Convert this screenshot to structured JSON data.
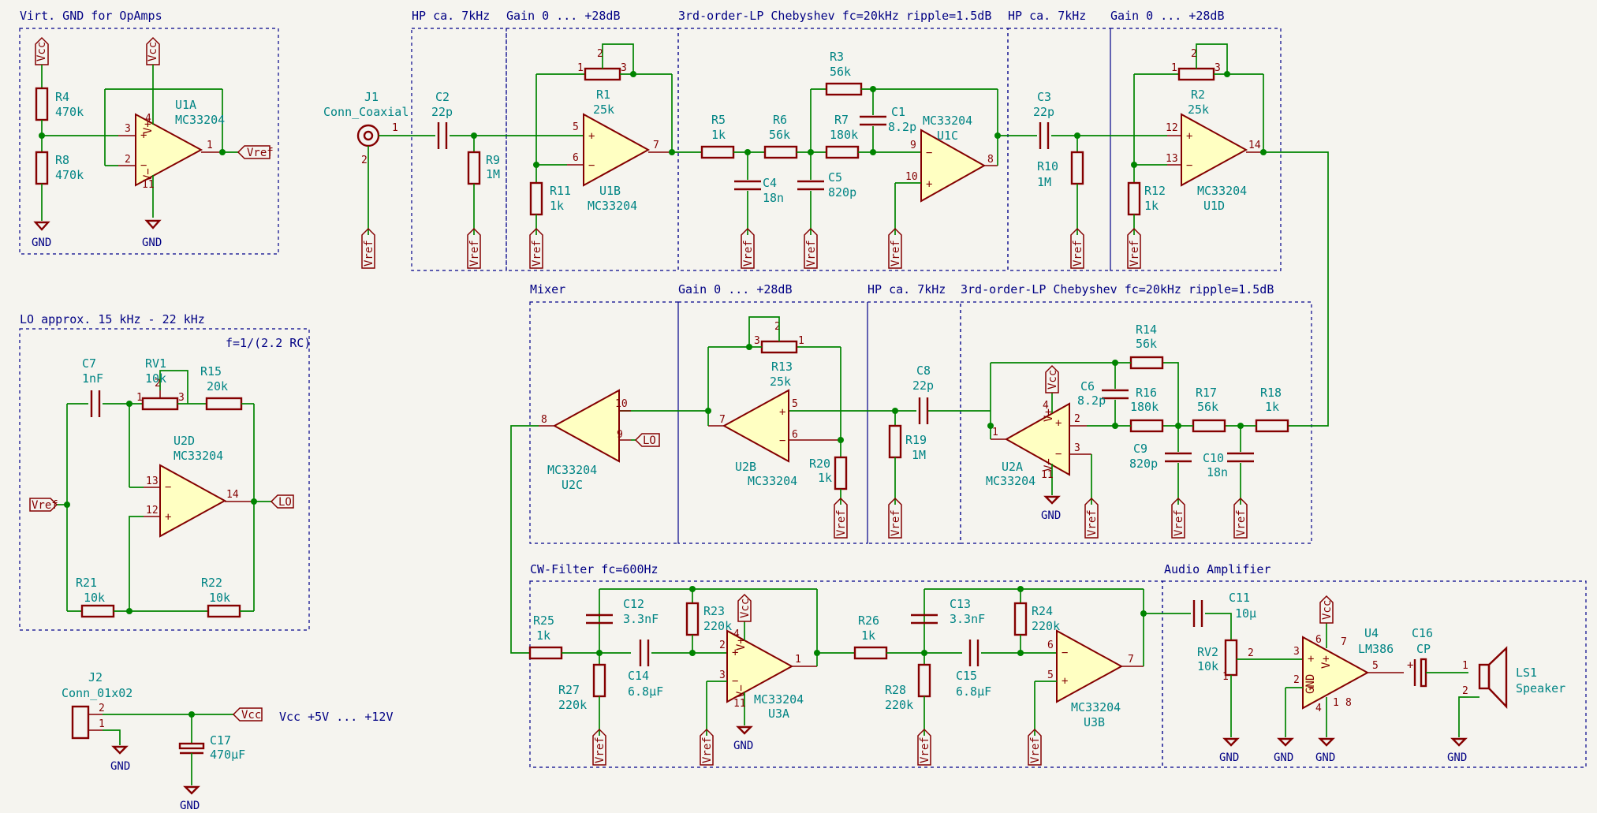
{
  "blocks": {
    "virt_gnd": "Virt. GND for OpAmps",
    "lo": "LO approx. 15 kHz - 22 kHz",
    "lo_formula": "f=1/(2.2 RC)",
    "hp1": "HP ca. 7kHz",
    "gain1": "Gain 0 ... +28dB",
    "lp1": "3rd-order-LP Chebyshev fc=20kHz ripple=1.5dB",
    "hp2": "HP ca. 7kHz",
    "gain2": "Gain 0 ... +28dB",
    "mixer": "Mixer",
    "gain3": "Gain 0 ... +28dB",
    "hp3": "HP ca. 7kHz",
    "lp2": "3rd-order-LP Chebyshev fc=20kHz ripple=1.5dB",
    "cw": "CW-Filter fc=600Hz",
    "audio": "Audio Amplifier",
    "vcc_note": "Vcc +5V ... +12V"
  },
  "parts": {
    "R4": [
      "R4",
      "470k"
    ],
    "R8": [
      "R8",
      "470k"
    ],
    "U1A": [
      "U1A",
      "MC33204"
    ],
    "J1": [
      "J1",
      "Conn_Coaxial"
    ],
    "C2": [
      "C2",
      "22p"
    ],
    "R9": [
      "R9",
      "1M"
    ],
    "R1": [
      "R1",
      "25k"
    ],
    "U1B": [
      "U1B",
      "MC33204"
    ],
    "R11": [
      "R11",
      "1k"
    ],
    "R5": [
      "R5",
      "1k"
    ],
    "R6": [
      "R6",
      "56k"
    ],
    "R3": [
      "R3",
      "56k"
    ],
    "R7": [
      "R7",
      "180k"
    ],
    "C1": [
      "C1",
      "8.2p"
    ],
    "C4": [
      "C4",
      "18n"
    ],
    "C5": [
      "C5",
      "820p"
    ],
    "U1C": [
      "U1C",
      "MC33204"
    ],
    "C3": [
      "C3",
      "22p"
    ],
    "R10": [
      "R10",
      "1M"
    ],
    "R2": [
      "R2",
      "25k"
    ],
    "R12": [
      "R12",
      "1k"
    ],
    "U1D": [
      "U1D",
      "MC33204"
    ],
    "C7": [
      "C7",
      "1nF"
    ],
    "RV1": [
      "RV1",
      "10k"
    ],
    "R15": [
      "R15",
      "20k"
    ],
    "U2D": [
      "U2D",
      "MC33204"
    ],
    "R21": [
      "R21",
      "10k"
    ],
    "R22": [
      "R22",
      "10k"
    ],
    "U2C": [
      "U2C",
      "MC33204"
    ],
    "R13": [
      "R13",
      "25k"
    ],
    "U2B": [
      "U2B",
      "MC33204"
    ],
    "R20": [
      "R20",
      "1k"
    ],
    "C8": [
      "C8",
      "22p"
    ],
    "R19": [
      "R19",
      "1M"
    ],
    "R14": [
      "R14",
      "56k"
    ],
    "C6": [
      "C6",
      "8.2p"
    ],
    "R16": [
      "R16",
      "180k"
    ],
    "R17": [
      "R17",
      "56k"
    ],
    "R18": [
      "R18",
      "1k"
    ],
    "C9": [
      "C9",
      "820p"
    ],
    "C10": [
      "C10",
      "18n"
    ],
    "U2A": [
      "U2A",
      "MC33204"
    ],
    "R25": [
      "R25",
      "1k"
    ],
    "C12": [
      "C12",
      "3.3nF"
    ],
    "R23": [
      "R23",
      "220k"
    ],
    "R27": [
      "R27",
      "220k"
    ],
    "C14": [
      "C14",
      "6.8µF"
    ],
    "U3A": [
      "U3A",
      "MC33204"
    ],
    "R26": [
      "R26",
      "1k"
    ],
    "C13": [
      "C13",
      "3.3nF"
    ],
    "R24": [
      "R24",
      "220k"
    ],
    "R28": [
      "R28",
      "220k"
    ],
    "C15": [
      "C15",
      "6.8µF"
    ],
    "U3B": [
      "U3B",
      "MC33204"
    ],
    "C11": [
      "C11",
      "10µ"
    ],
    "RV2": [
      "RV2",
      "10k"
    ],
    "U4": [
      "U4",
      "LM386"
    ],
    "C16": [
      "C16",
      "CP"
    ],
    "LS1": [
      "LS1",
      "Speaker"
    ],
    "J2": [
      "J2",
      "Conn_01x02"
    ],
    "C17": [
      "C17",
      "470µF"
    ]
  },
  "nets": {
    "vref": "Vref",
    "vcc": "Vcc",
    "gnd": "GND",
    "lo": "LO"
  },
  "colors": {
    "wire": "#008400",
    "component": "#840000",
    "fill": "#ffffc2",
    "text": "#008484",
    "frame": "#00008a",
    "background": "#f5f4ef"
  }
}
